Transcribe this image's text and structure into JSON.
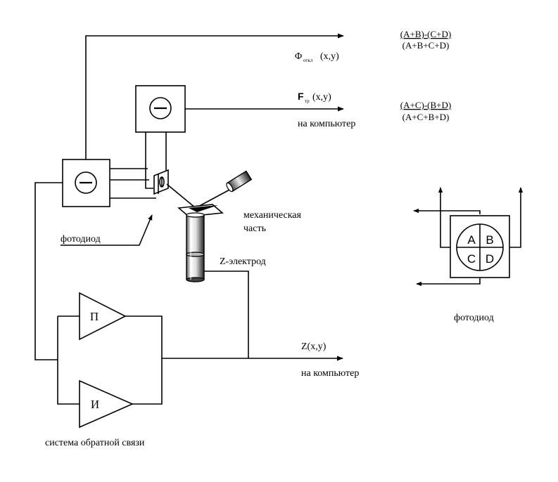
{
  "formulas": {
    "phi_num": "(A+B)-(C+D)",
    "phi_den": "(A+B+C+D)",
    "f_num": "(A+C)-(B+D)",
    "f_den": "(A+C+B+D)"
  },
  "outputs": {
    "phi_main": "Φ",
    "phi_sub": "откл",
    "phi_args": "(x,y)",
    "f_main": "F",
    "f_sub": "тр",
    "f_args": "(x,y)",
    "f_dest": "на компьютер",
    "z_label": "Z(x,y)",
    "z_dest": "на компьютер"
  },
  "labels": {
    "mechanical_1": "механическая",
    "mechanical_2": "часть",
    "z_electrode": "Z-электрод",
    "photodiode_left": "фотодиод",
    "photodiode_right": "фотодиод",
    "feedback": "система обратной связи"
  },
  "amplifiers": {
    "p": "П",
    "i": "И"
  },
  "quadrants": {
    "a": "A",
    "b": "B",
    "c": "C",
    "d": "D"
  }
}
